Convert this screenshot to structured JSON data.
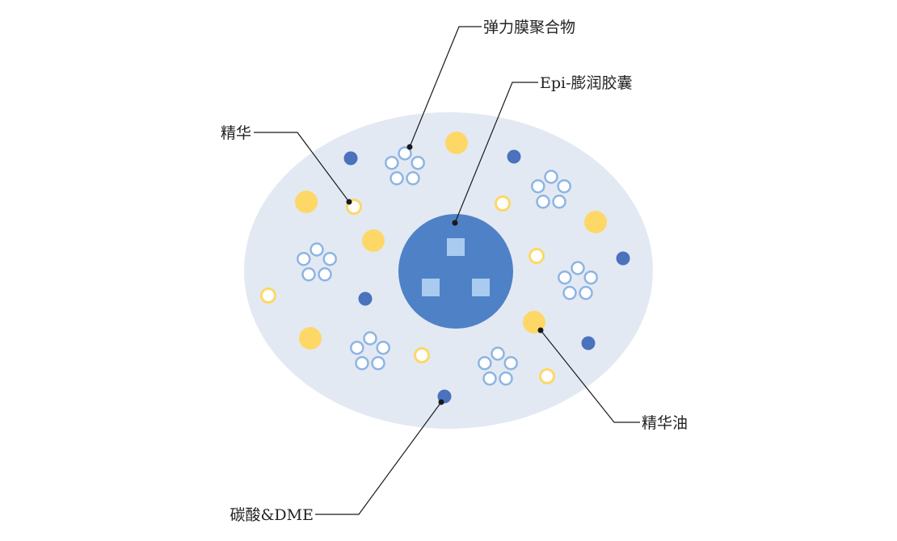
{
  "labels": {
    "elastic_polymer": "弹力膜聚合物",
    "epi_capsule": "Epi-膨润胶囊",
    "essence": "精华",
    "essence_oil": "精华油",
    "carbonate_dme": "碳酸&DME"
  },
  "colors": {
    "cell_background": "#e3e9f2",
    "nucleus": "#4f81c7",
    "nucleus_square": "#a9cbef",
    "yellow_dot": "#fdd867",
    "blue_dot": "#4a72bd",
    "ring_outline": "#8db5e3",
    "ring_fill": "#ffffff",
    "leader_line": "#1a1a1a"
  }
}
